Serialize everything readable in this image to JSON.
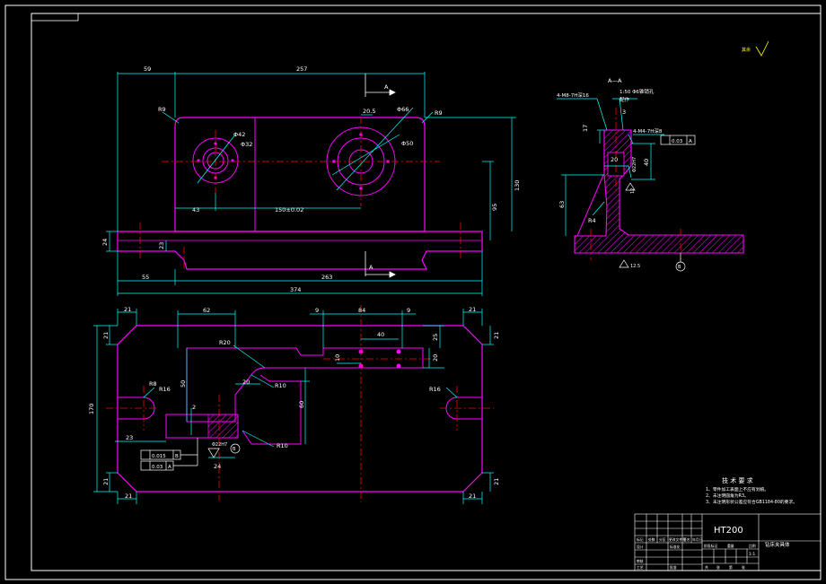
{
  "material": "HT200",
  "top_view": {
    "dims": {
      "d59": "59",
      "d257": "257",
      "d130": "130",
      "d95": "95",
      "d24": "24",
      "d23": "23",
      "d55": "55",
      "d263": "263",
      "d374": "374",
      "d43": "43",
      "d150": "150±0.02",
      "d20_5": "20.5",
      "r9_left": "R9",
      "r9_right": "R9",
      "phi42": "Φ42",
      "phi32": "Φ32",
      "phi66": "Φ66",
      "phi50": "Φ50"
    },
    "section_mark_top": "A",
    "section_mark_bottom": "A"
  },
  "plan_view": {
    "dims": {
      "d21_tl": "21",
      "d21_tr": "21",
      "d21_ll": "21",
      "d21_bl": "21",
      "d21_br": "21",
      "d21_rl": "21",
      "d62": "62",
      "d9a": "9",
      "d84": "84",
      "d9b": "9",
      "d40": "40",
      "d25": "25",
      "d20r": "20",
      "d170": "170",
      "r20": "R20",
      "d50": "50",
      "d20b": "20",
      "r10a": "R10",
      "d60": "60",
      "r10b": "R10",
      "r8": "R8",
      "r16": "R16",
      "d23": "23",
      "d2": "2",
      "d24": "24",
      "d10": "10",
      "phi_h": "Φ22H7"
    },
    "tol1": "0.015",
    "tol1_ref": "B",
    "tol2": "0.03",
    "tol2_ref": "A",
    "datum": "B"
  },
  "section_view": {
    "title": "A—A",
    "note1": "4-M8-7H深16",
    "note2": "1:50 Φ6锥销孔",
    "note2b": "配作",
    "note3": "4-M4-7H深8",
    "dims": {
      "d17": "17",
      "d3": "3",
      "d20": "20",
      "d40": "40",
      "d63": "63",
      "d12": "12",
      "r4": "R4",
      "phi": "Φ22H7",
      "ra": "12.5"
    },
    "tol": "0.03",
    "tol_ref": "A",
    "datum": "B"
  },
  "roughness_note": "其余",
  "tech_req": {
    "title": "技 术 要 求",
    "items": [
      "1、零件加工表面上不应有划痕。",
      "2、未注明圆角为R3。",
      "3、未注明形状公差应符合GB1184-80的要求。"
    ]
  },
  "title_block": {
    "part_name": "钻床夹具体",
    "scale": "1:1",
    "labels": [
      "标记",
      "处数",
      "分区",
      "更改文件号",
      "签名",
      "年月日",
      "设计",
      "标准化",
      "审核",
      "工艺",
      "批准",
      "阶段标记",
      "重量",
      "比例",
      "共",
      "张",
      "第",
      "张"
    ]
  },
  "colors": {
    "outline": "#ff00ff",
    "dimension": "#00ffff",
    "center": "#ff0000",
    "text": "#ffffff",
    "hatch": "#ff00ff",
    "paper": "#000000"
  }
}
